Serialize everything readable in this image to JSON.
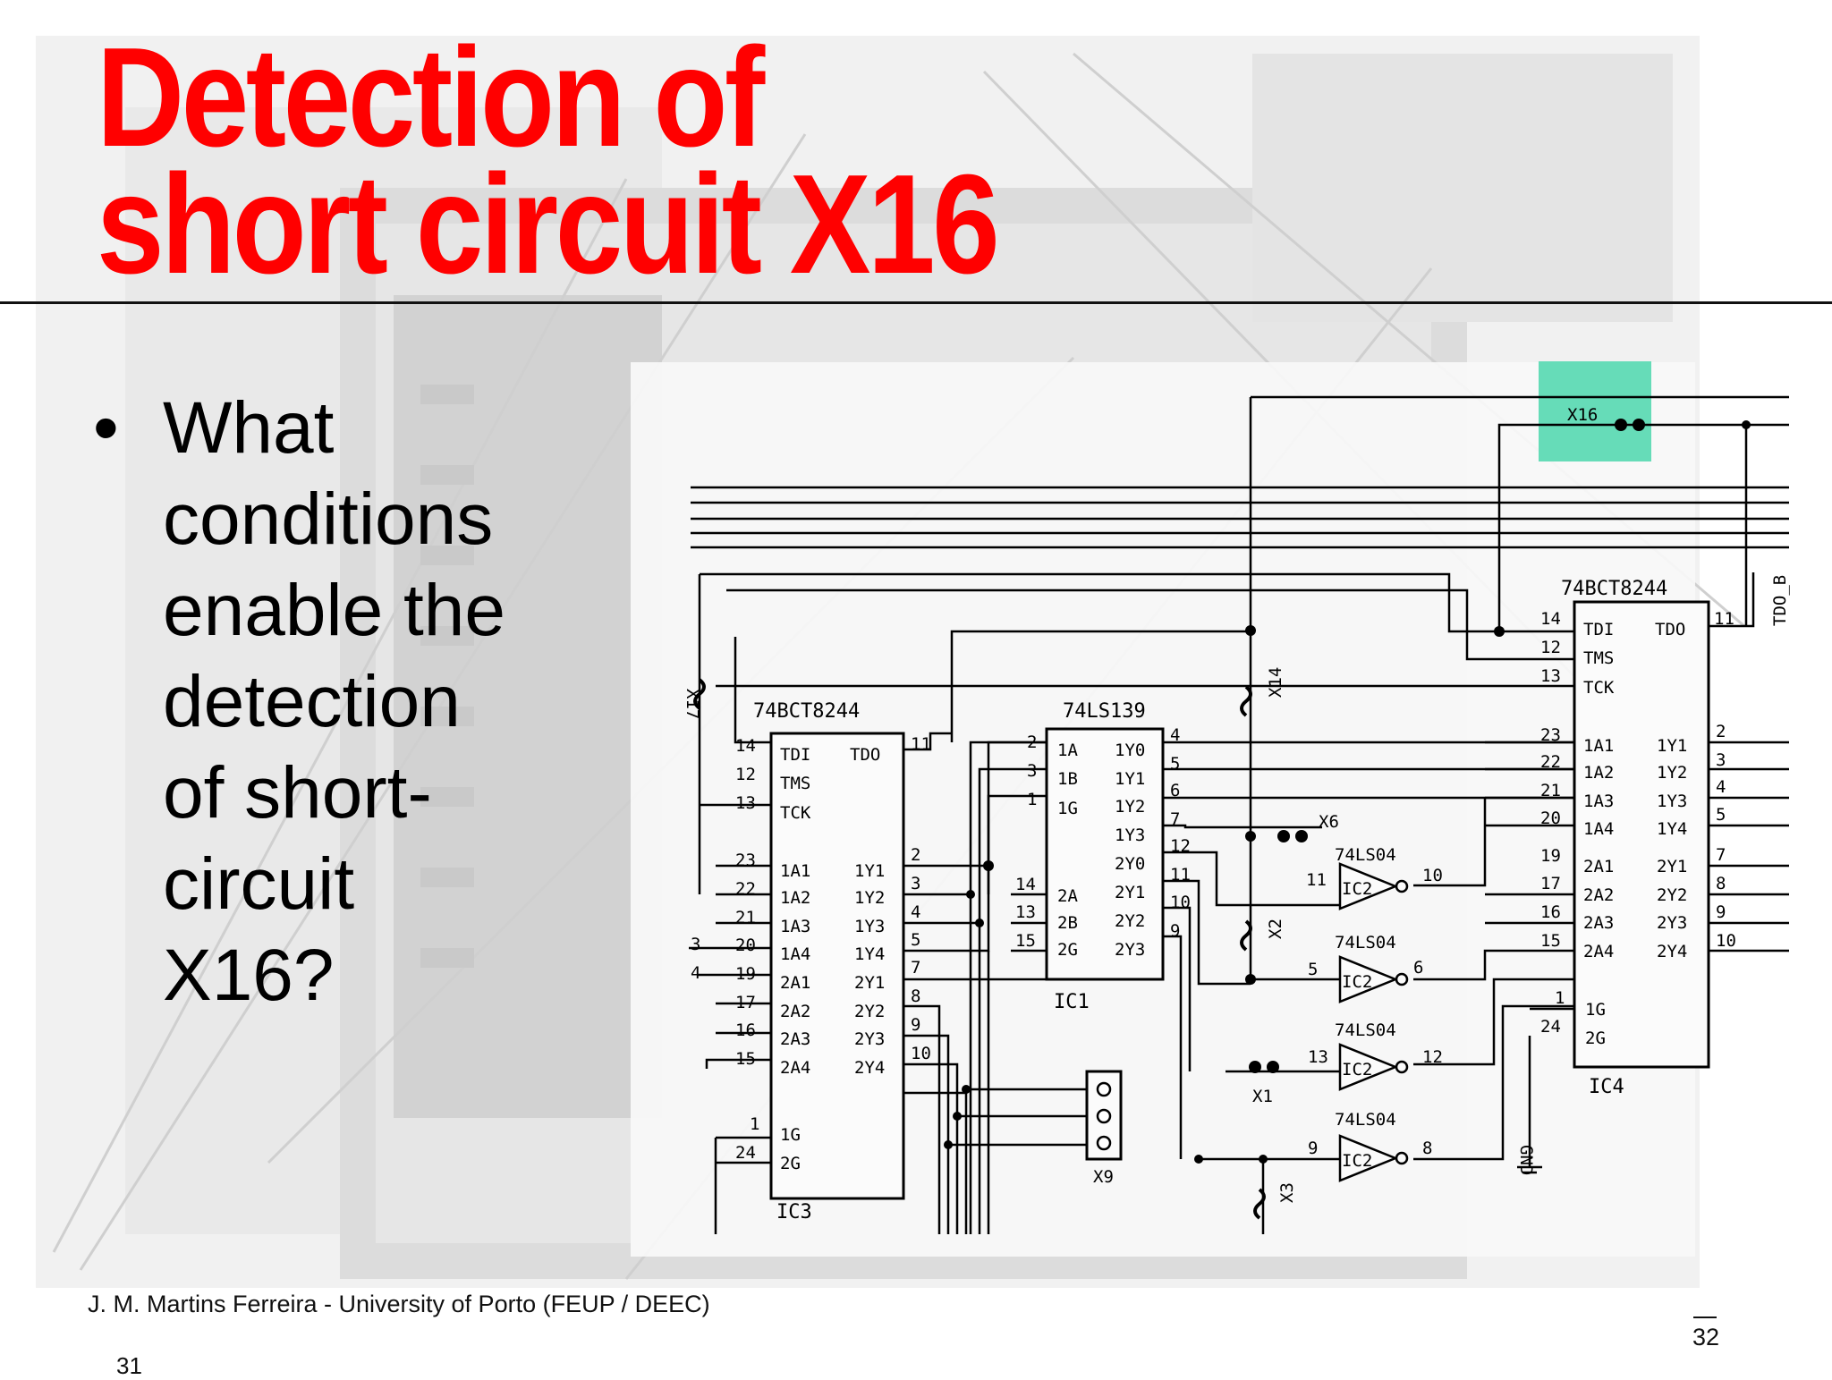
{
  "slide": {
    "title_line1": "Detection of",
    "title_line2": "short circuit X16",
    "bullet_lines": [
      "What",
      "conditions",
      "enable the",
      "detection",
      "of short-",
      "circuit",
      "X16?"
    ],
    "footer": "J. M. Martins Ferreira - University of Porto (FEUP / DEEC)",
    "page_left": "31",
    "page_right": "32",
    "colors": {
      "title": "#ff0000",
      "highlight": "#66dcb8",
      "rule": "#111111"
    }
  },
  "schematic": {
    "ic3": {
      "part": "74BCT8244",
      "ref": "IC3",
      "left_pins": [
        "TDI",
        "TMS",
        "TCK",
        "1A1",
        "1A2",
        "1A3",
        "1A4",
        "2A1",
        "2A2",
        "2A3",
        "2A4",
        "1G",
        "2G"
      ],
      "left_nums": [
        "14",
        "12",
        "13",
        "23",
        "22",
        "21",
        "20",
        "19",
        "17",
        "16",
        "15",
        "1",
        "24"
      ],
      "right_pins": [
        "TDO",
        "1Y1",
        "1Y2",
        "1Y3",
        "1Y4",
        "2Y1",
        "2Y2",
        "2Y3",
        "2Y4"
      ],
      "right_nums": [
        "11",
        "2",
        "3",
        "4",
        "5",
        "7",
        "8",
        "9",
        "10"
      ]
    },
    "ic1": {
      "part": "74LS139",
      "ref": "IC1",
      "left_pins": [
        "1A",
        "1B",
        "1G",
        "2A",
        "2B",
        "2G"
      ],
      "left_nums": [
        "2",
        "3",
        "1",
        "14",
        "13",
        "15"
      ],
      "right_pins": [
        "1Y0",
        "1Y1",
        "1Y2",
        "1Y3",
        "2Y0",
        "2Y1",
        "2Y2",
        "2Y3"
      ],
      "right_nums": [
        "4",
        "5",
        "6",
        "7",
        "12",
        "11",
        "10",
        "9"
      ]
    },
    "ic4": {
      "part": "74BCT8244",
      "ref": "IC4",
      "left_pins": [
        "TDI",
        "TMS",
        "TCK",
        "1A1",
        "1A2",
        "1A3",
        "1A4",
        "2A1",
        "2A2",
        "2A3",
        "2A4",
        "1G",
        "2G"
      ],
      "left_nums": [
        "14",
        "12",
        "13",
        "23",
        "22",
        "21",
        "20",
        "19",
        "17",
        "16",
        "15",
        "1",
        "24"
      ],
      "right_pins": [
        "TDO",
        "1Y1",
        "1Y2",
        "1Y3",
        "1Y4",
        "2Y1",
        "2Y2",
        "2Y3",
        "2Y4"
      ],
      "right_nums": [
        "11",
        "2",
        "3",
        "4",
        "5",
        "7",
        "8",
        "9",
        "10"
      ]
    },
    "inverters": [
      {
        "part": "74LS04",
        "ref": "IC2",
        "in": "11",
        "out": "10"
      },
      {
        "part": "74LS04",
        "ref": "IC2",
        "in": "5",
        "out": "6"
      },
      {
        "part": "74LS04",
        "ref": "IC2",
        "in": "13",
        "out": "12"
      },
      {
        "part": "74LS04",
        "ref": "IC2",
        "in": "9",
        "out": "8"
      }
    ],
    "jumpers": [
      "X16",
      "X14",
      "X6",
      "X2",
      "X1",
      "X3",
      "X9",
      "X17"
    ],
    "net_labels": {
      "tdo_b": "TDO_B",
      "gnd": "GND",
      "left_edge": [
        "3",
        "4"
      ]
    }
  }
}
